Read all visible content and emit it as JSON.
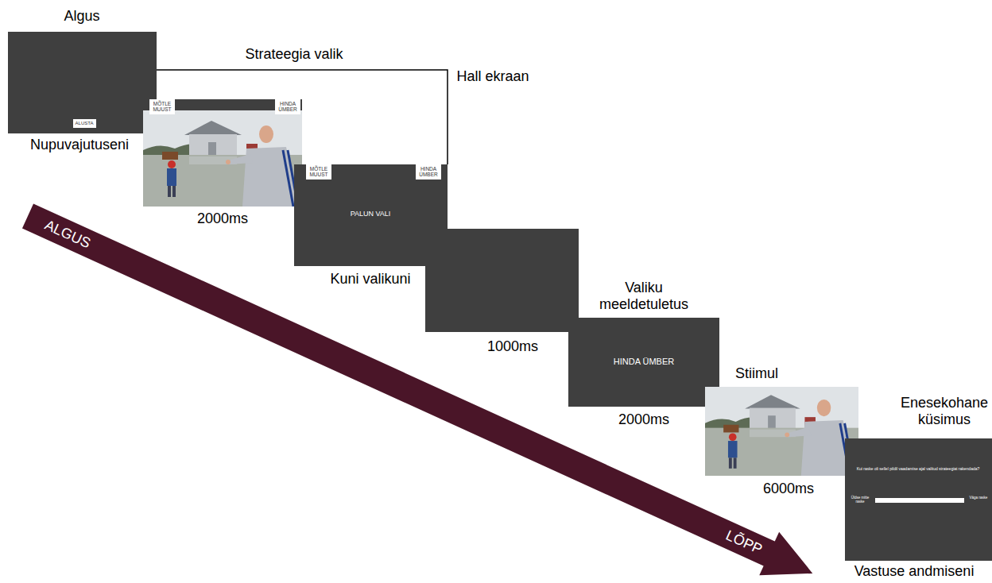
{
  "diagram": {
    "nodes": [
      {
        "text": [
          "Algus",
          "Nupuvajutuseni"
        ]
      },
      {
        "text": [
          "ALUSTA"
        ],
        "in": 0
      },
      {
        "text": [
          "2000ms"
        ]
      },
      {
        "text": [
          "MÕTLE MUUST"
        ],
        "in": 2
      },
      {
        "text": [
          "HINDA ÜMBER"
        ],
        "in": 2
      },
      {
        "text": [
          "PALUN VALI",
          "Kuni valikuni"
        ]
      },
      {
        "text": [
          "MÕTLE MUUST"
        ],
        "in": 5
      },
      {
        "text": [
          "HINDA ÜMBER"
        ],
        "in": 5
      },
      {
        "text": [
          "Hall ekraan",
          "1000ms"
        ]
      },
      {
        "text": [
          "Valiku meeldetuletus",
          "HINDA ÜMBER",
          "2000ms"
        ]
      },
      {
        "text": [
          "Stiimul",
          "6000ms"
        ]
      },
      {
        "text": [
          "Enesekohane küsimus",
          "Kui raske oli sellel pildil vaadamise ajal valitud strateegiat rakendada?",
          "Üldse mitte raske",
          "Väga raske",
          "Vastuse andmiseni"
        ]
      }
    ],
    "labels": [
      "Strateegia valik",
      "ALGUS",
      "LÕPP"
    ]
  }
}
